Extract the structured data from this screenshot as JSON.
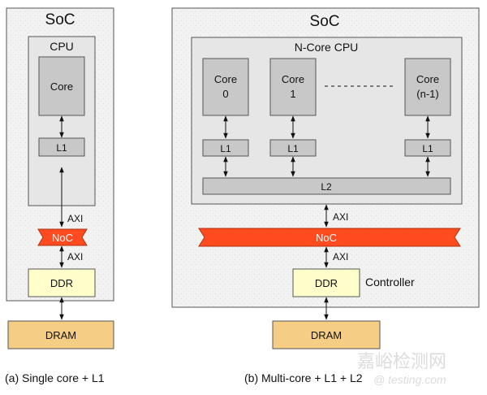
{
  "colors": {
    "soc_fill": "#f2f2f2",
    "cpu_fill": "#e6e6e6",
    "core_fill": "#c8c8c8",
    "noc_fill": "#ff4b1f",
    "ddr_fill": "#ffffcc",
    "dram_fill": "#f5cd84",
    "border": "#555555"
  },
  "left": {
    "soc_label": "SoC",
    "cpu_label": "CPU",
    "core_label": "Core",
    "l1_label": "L1",
    "axi_top_label": "AXI",
    "noc_label": "NoC",
    "axi_bottom_label": "AXI",
    "ddr_label": "DDR",
    "dram_label": "DRAM",
    "caption": "(a) Single core + L1"
  },
  "right": {
    "soc_label": "SoC",
    "cpu_label": "N-Core CPU",
    "cores": [
      {
        "line1": "Core",
        "line2": "0"
      },
      {
        "line1": "Core",
        "line2": "1"
      },
      {
        "line1": "Core",
        "line2": "(n-1)"
      }
    ],
    "l1_label": "L1",
    "l2_label": "L2",
    "axi_top_label": "AXI",
    "noc_label": "NoC",
    "axi_bottom_label": "AXI",
    "ddr_label": "DDR",
    "controller_label": "Controller",
    "dram_label": "DRAM",
    "caption": "(b) Multi-core + L1 + L2"
  },
  "watermark": {
    "text_main": "嘉峪检测网",
    "text_sub": "@ testing.com"
  }
}
